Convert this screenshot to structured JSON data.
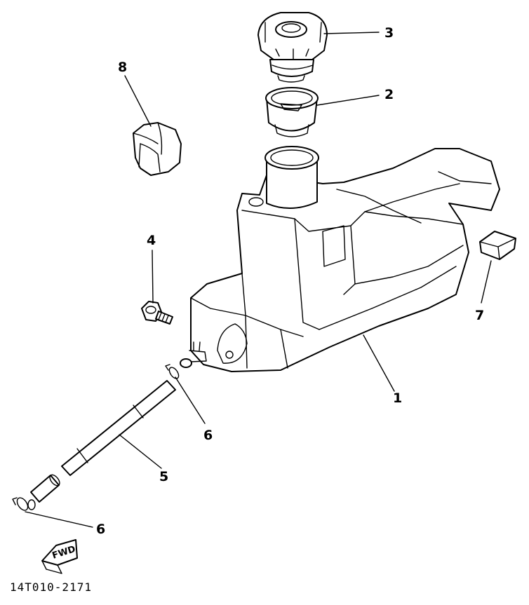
{
  "diagram": {
    "drawing_code": "14T010-2171",
    "fwd_label": "FWD",
    "callouts": [
      {
        "id": "1",
        "label": "1"
      },
      {
        "id": "2",
        "label": "2"
      },
      {
        "id": "3",
        "label": "3"
      },
      {
        "id": "4",
        "label": "4"
      },
      {
        "id": "5",
        "label": "5"
      },
      {
        "id": "6a",
        "label": "6"
      },
      {
        "id": "6b",
        "label": "6"
      },
      {
        "id": "7",
        "label": "7"
      },
      {
        "id": "8",
        "label": "8"
      }
    ]
  }
}
